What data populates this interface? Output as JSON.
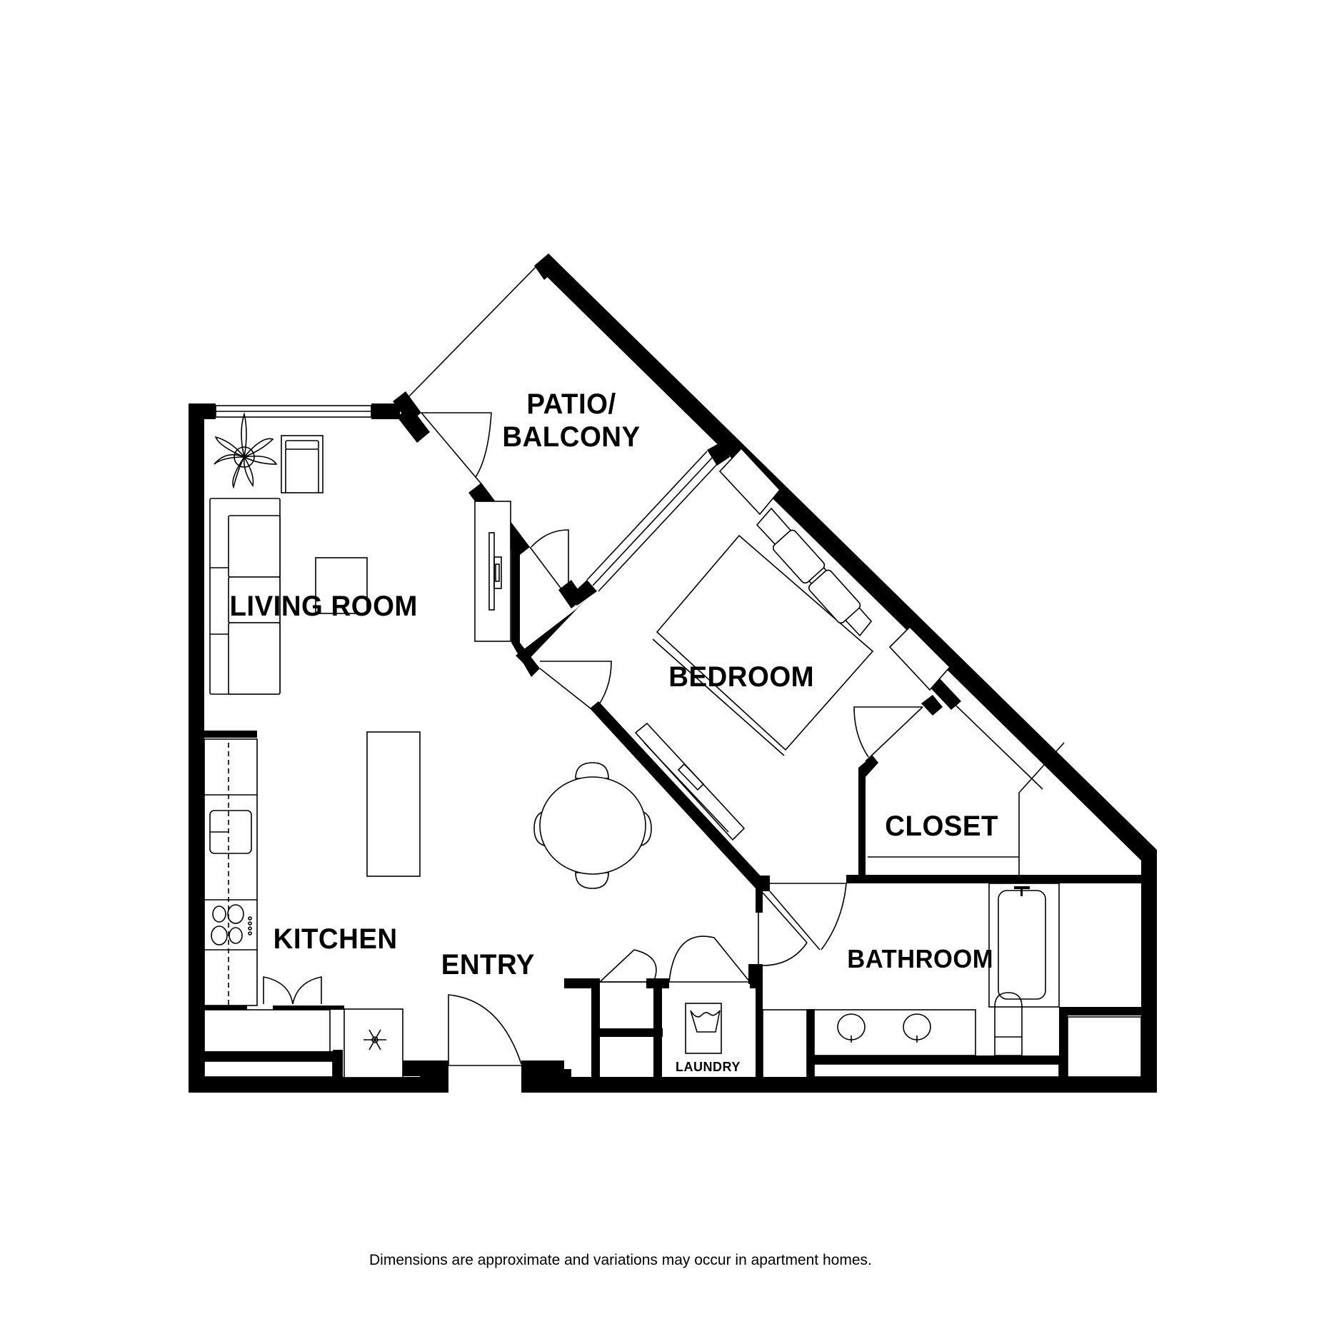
{
  "floorplan": {
    "rooms": [
      {
        "id": "patio",
        "label_line1": "PATIO/",
        "label_line2": "BALCONY"
      },
      {
        "id": "living",
        "label": "LIVING ROOM"
      },
      {
        "id": "bedroom",
        "label": "BEDROOM"
      },
      {
        "id": "closet",
        "label": "CLOSET"
      },
      {
        "id": "kitchen",
        "label": "KITCHEN"
      },
      {
        "id": "entry",
        "label": "ENTRY"
      },
      {
        "id": "bathroom",
        "label": "BATHROOM"
      },
      {
        "id": "laundry",
        "label": "LAUNDRY"
      }
    ],
    "fixtures": [
      "plant",
      "armchair",
      "sofa",
      "coffee-table",
      "tv-console",
      "bed",
      "nightstands",
      "dresser-tv",
      "dining-table",
      "chairs",
      "kitchen-island",
      "sink",
      "cooktop",
      "refrigerator",
      "pantry-doors",
      "washer-dryer",
      "double-vanity",
      "toilet",
      "bathtub"
    ],
    "colors": {
      "wall": "#000000",
      "background": "#ffffff"
    }
  },
  "footer": {
    "disclaimer": "Dimensions are approximate and variations may occur in apartment homes."
  }
}
